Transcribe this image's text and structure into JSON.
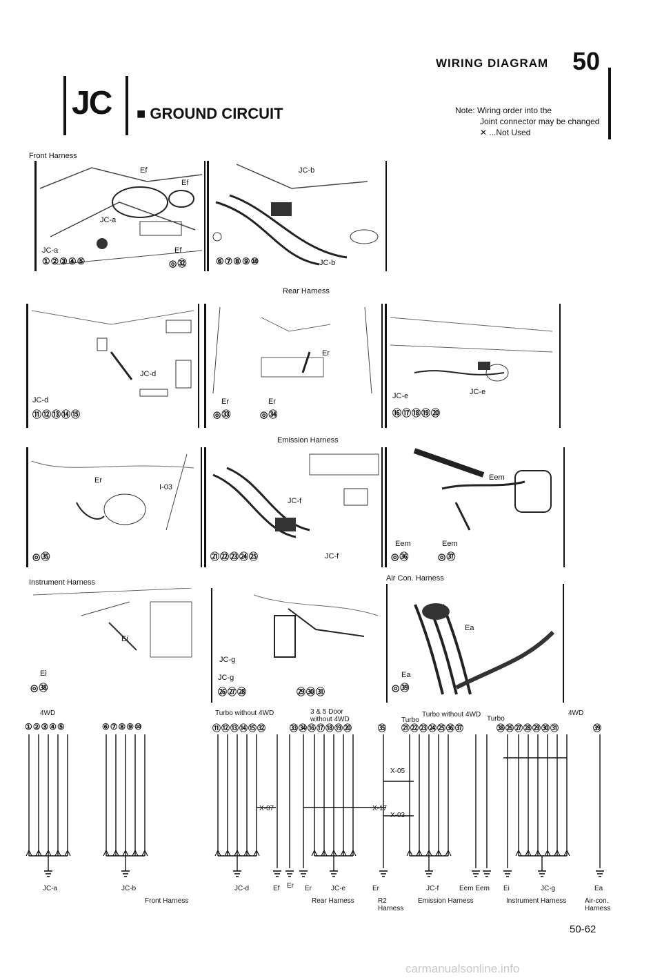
{
  "header": {
    "title": "WIRING DIAGRAM",
    "number": "50"
  },
  "section": {
    "code": "JC",
    "bullet": "■",
    "title": "GROUND CIRCUIT"
  },
  "note": {
    "line1": "Note: Wiring order into the",
    "line2": "Joint connector may be changed",
    "line3": "✕ ...Not Used"
  },
  "harness_labels": {
    "front": "Front Harness",
    "rear": "Rear Harness",
    "emission": "Emission Harness",
    "instrument": "Instrument Harness",
    "aircon": "Air Con. Harness"
  },
  "panels": {
    "p1": {
      "labels": [
        "Ef",
        "Ef",
        "JC-a",
        "JC-a"
      ],
      "connector": "①②③④⑤",
      "ground": "Ef",
      "ground_pins": "◎㉜"
    },
    "p2": {
      "labels": [
        "JC-b",
        "JC-b"
      ],
      "connector": "⑥⑦⑧⑨⑩"
    },
    "p3": {
      "labels": [
        "JC-d",
        "JC-d"
      ],
      "connector": "⑪⑫⑬⑭⑮"
    },
    "p4": {
      "labels": [
        "Er",
        "Er",
        "Er"
      ],
      "ground_pins_a": "◎㉝",
      "ground_pins_b": "◎㉞"
    },
    "p5": {
      "labels": [
        "JC-e",
        "JC-e"
      ],
      "connector": "⑯⑰⑱⑲⑳"
    },
    "p6": {
      "labels": [
        "Er",
        "I-03"
      ],
      "ground_pins": "◎㉟"
    },
    "p7": {
      "labels": [
        "JC-f",
        "JC-f"
      ],
      "connector": "㉑㉒㉓㉔㉕"
    },
    "p8": {
      "labels": [
        "Eem",
        "Eem",
        "Eem"
      ],
      "ground_pins_a": "◎㊱",
      "ground_pins_b": "◎㊲"
    },
    "p9": {
      "labels": [
        "Ei",
        "Ei"
      ],
      "ground_pins": "◎㊳"
    },
    "p10": {
      "labels": [
        "JC-g",
        "JC-g"
      ],
      "connector_a": "㉖㉗㉘",
      "connector_b": "㉙㉚㉛"
    },
    "p11": {
      "labels": [
        "Ea",
        "Ea"
      ],
      "ground_pins": "◎㊴"
    }
  },
  "wiring": {
    "top_labels": [
      "4WD",
      "Turbo without 4WD",
      "3 & 5 Door without 4WD",
      "Turbo",
      "Turbo without 4WD",
      "Turbo",
      "4WD"
    ],
    "x_labels": [
      "X-05",
      "X-07",
      "X-17",
      "X-03"
    ],
    "pin_groups": [
      "①②③④⑤",
      "⑥⑦⑧⑨⑩",
      "⑪⑫⑬⑭⑮㉜",
      "㉝㉞⑯⑰⑱⑲⑳",
      "㉟",
      "㉑㉒㉓㉔㉕㊱㊲",
      "㊳㉖㉗㉘㉙㉚㉛",
      "㊴"
    ],
    "bottom": [
      {
        "id": "jca",
        "text": "JC-a"
      },
      {
        "id": "jcb",
        "text": "JC-b"
      },
      {
        "id": "front",
        "text": "Front Harness"
      },
      {
        "id": "jcd",
        "text": "JC-d"
      },
      {
        "id": "ef",
        "text": "Ef"
      },
      {
        "id": "er1",
        "text": "Er"
      },
      {
        "id": "er2",
        "text": "Er"
      },
      {
        "id": "jce",
        "text": "JC-e"
      },
      {
        "id": "rear",
        "text": "Rear Harness"
      },
      {
        "id": "er3",
        "text": "Er"
      },
      {
        "id": "r2",
        "text": "R2 Harness"
      },
      {
        "id": "jcf",
        "text": "JC-f"
      },
      {
        "id": "eem",
        "text": "Eem Eem"
      },
      {
        "id": "emission",
        "text": "Emission Harness"
      },
      {
        "id": "ei",
        "text": "Ei"
      },
      {
        "id": "jcg",
        "text": "JC-g"
      },
      {
        "id": "instrument",
        "text": "Instrument Harness"
      },
      {
        "id": "ea",
        "text": "Ea"
      },
      {
        "id": "aircon",
        "text": "Air-con. Harness"
      }
    ]
  },
  "page_number": "50-62",
  "watermark": "carmanualsonline.info"
}
